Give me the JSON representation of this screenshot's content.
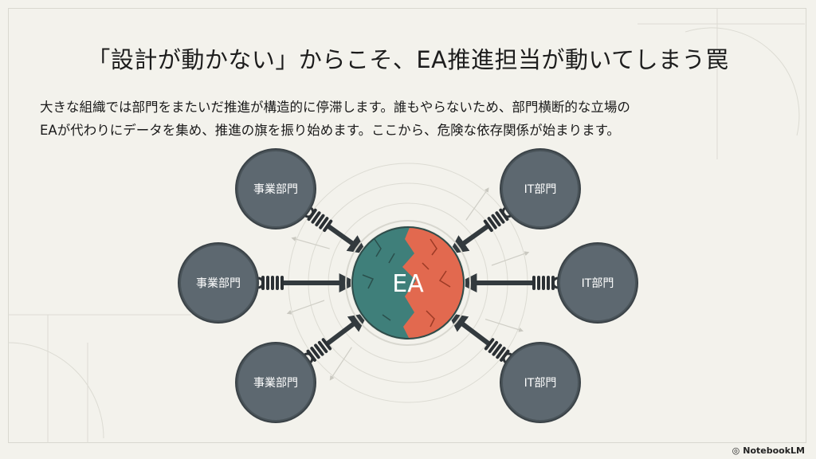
{
  "title": "「設計が動かない」からこそ、EA推進担当が動いてしまう罠",
  "description": [
    "大きな組織では部門をまたいだ推進が構造的に停滞します。誰もやらないため、部門横断的な立場の",
    "EAが代わりにデータを集め、推進の旗を振り始めます。ここから、危険な依存関係が始まります。"
  ],
  "diagram": {
    "center": "EA",
    "left_nodes": [
      "事業部門",
      "事業部門",
      "事業部門"
    ],
    "right_nodes": [
      "IT部門",
      "IT部門",
      "IT部門"
    ]
  },
  "colors": {
    "node_fill": "#5d6870",
    "teal": "#3f7f7a",
    "orange": "#e2694f",
    "arrow": "#333a3e"
  },
  "brand": "NotebookLM"
}
